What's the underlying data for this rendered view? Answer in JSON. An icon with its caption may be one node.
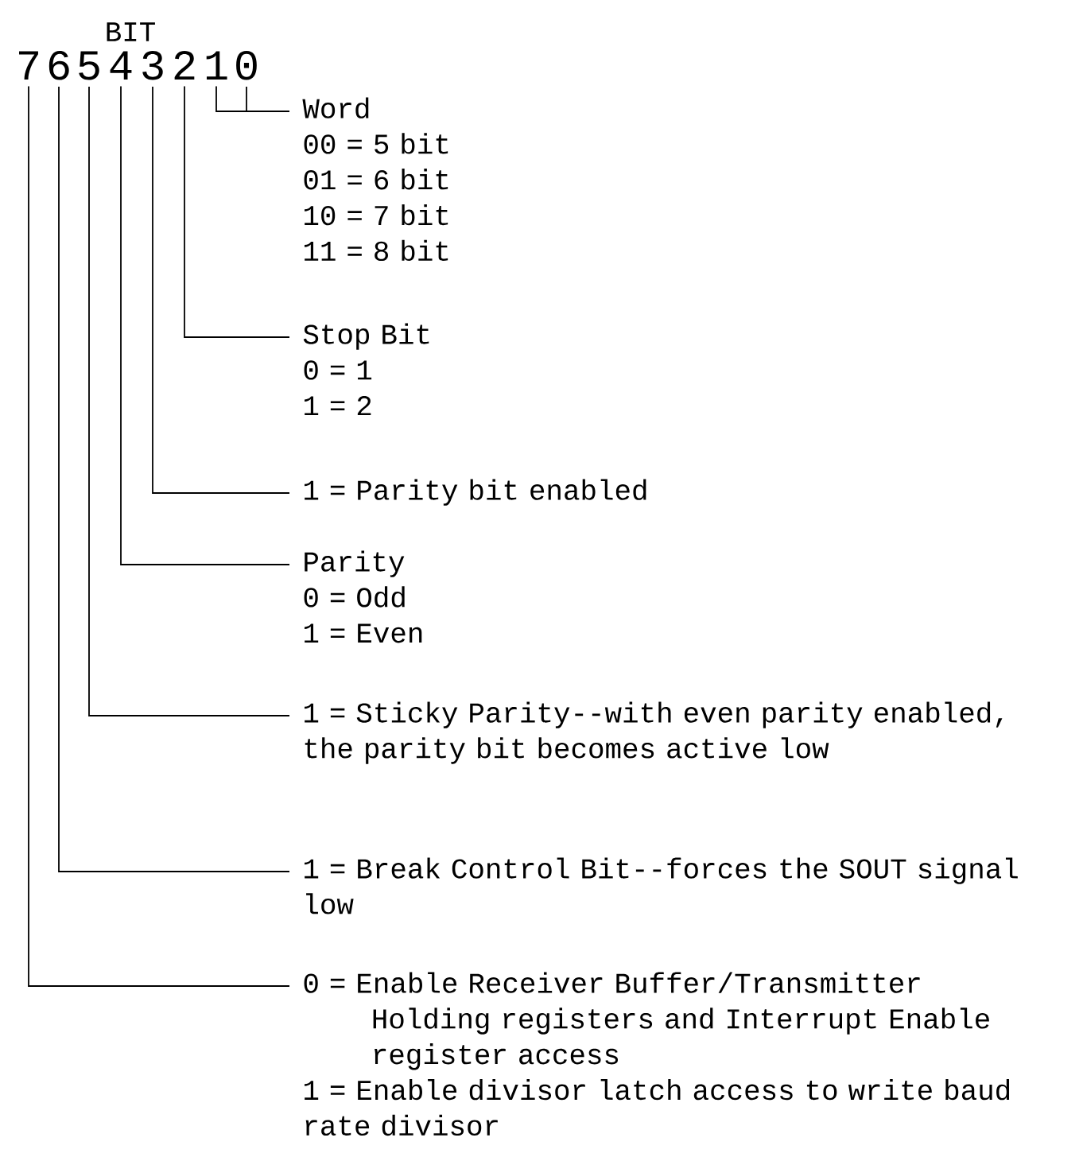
{
  "diagram": {
    "nodes": [
      {
        "text": [
          "7"
        ]
      },
      {
        "text": [
          "6"
        ]
      },
      {
        "text": [
          "5"
        ]
      },
      {
        "text": [
          "4"
        ]
      },
      {
        "text": [
          "3"
        ]
      },
      {
        "text": [
          "2"
        ]
      },
      {
        "text": [
          "1"
        ]
      },
      {
        "text": [
          "0"
        ]
      },
      {
        "text": [
          "Word",
          "00 = 5 bit",
          "01 = 6 bit",
          "10 = 7 bit",
          "11 = 8 bit"
        ]
      },
      {
        "text": [
          "Stop Bit",
          "0 = 1",
          "1 = 2"
        ]
      },
      {
        "text": [
          "1 = Parity bit enabled"
        ]
      },
      {
        "text": [
          "Parity",
          "0 = Odd",
          "1 = Even"
        ]
      },
      {
        "text": [
          "1 = Sticky Parity--with even parity enabled, the parity bit becomes active low"
        ]
      },
      {
        "text": [
          "1 = Break Control Bit--forces the SOUT signal low"
        ]
      },
      {
        "text": [
          "0 = Enable Receiver Buffer/Transmitter Holding registers and Interrupt Enable register access",
          "1 = Enable divisor latch access to write baud rate divisor"
        ]
      }
    ],
    "edges": [
      {
        "from": 7,
        "to": 8,
        "arrow": "none"
      },
      {
        "from": 6,
        "to": 8,
        "arrow": "none"
      },
      {
        "from": 5,
        "to": 9,
        "arrow": "none"
      },
      {
        "from": 4,
        "to": 10,
        "arrow": "none"
      },
      {
        "from": 3,
        "to": 11,
        "arrow": "none"
      },
      {
        "from": 2,
        "to": 12,
        "arrow": "none"
      },
      {
        "from": 1,
        "to": 13,
        "arrow": "none"
      },
      {
        "from": 0,
        "to": 14,
        "arrow": "none"
      }
    ],
    "labels": [
      "BIT"
    ]
  }
}
